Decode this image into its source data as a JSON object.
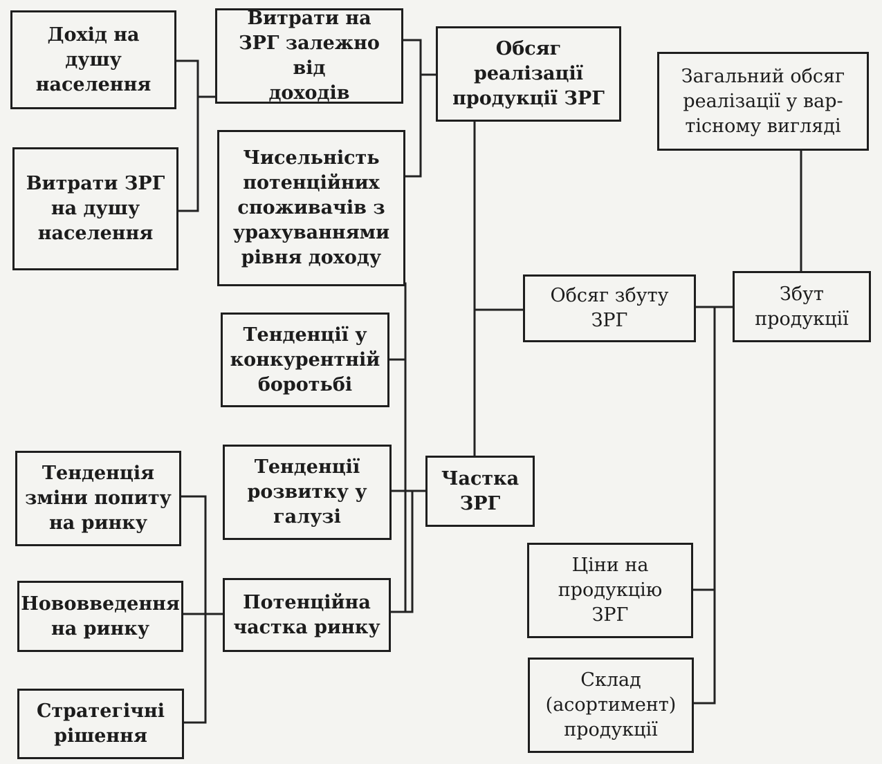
{
  "nodes": {
    "income_per_capita": "Дохід на душу\nнаселення",
    "spending_zrg_income": "Витрати на\nЗРГ залежно від\nдоходів",
    "sales_volume_zrg": "Обсяг\nреалізації\nпродукції ЗРГ",
    "total_sales_value": "Загальний обсяг\nреалізації у вар-\nтісному вигляді",
    "spending_zrg_per_capita": "Витрати ЗРГ\nна душу\nнаселення",
    "potential_consumers": "Чисельність\nпотенційних\nспоживачів з\nурахуваннями\nрівня доходу",
    "competition_trends": "Тенденції у\nконкурентній\nборотьбі",
    "distribution_volume_zrg": "Обсяг збуту\nЗРГ",
    "product_distribution": "Збут\nпродукції",
    "demand_trend": "Тенденція\nзміни попиту\nна ринку",
    "industry_trends": "Тенденції\nрозвитку у\nгалузі",
    "zrg_share": "Частка\nЗРГ",
    "innovations": "Нововведення\nна ринку",
    "potential_market_share": "Потенційна\nчастка ринку",
    "zrg_prices": "Ціни на\nпродукцію\nЗРГ",
    "assortment": "Склад\n(асортимент)\nпродукції",
    "strategic_decisions": "Стратегічні\nрішення"
  }
}
